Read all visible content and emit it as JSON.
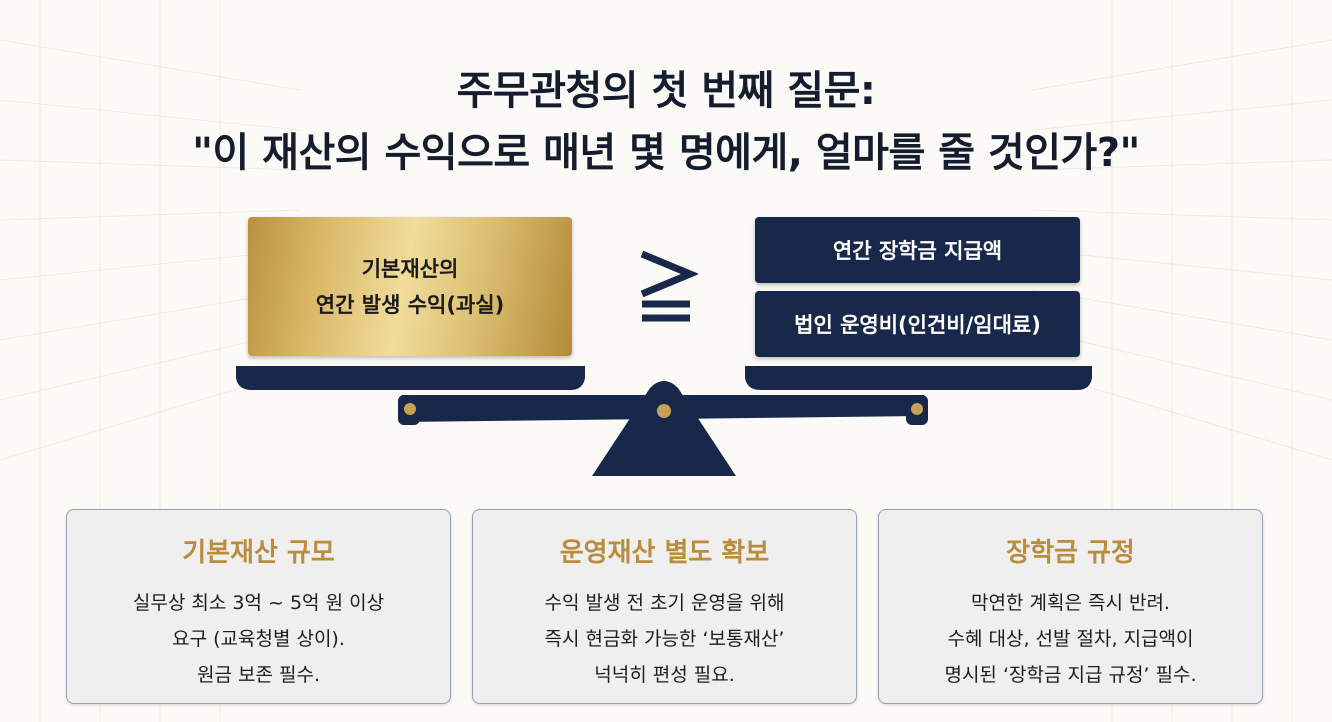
{
  "title": {
    "line1": "주무관청의 첫 번째 질문:",
    "line2": "\"이 재산의 수익으로 매년 몇 명에게, 얼마를 줄 것인가?\""
  },
  "left_box": {
    "line1": "기본재산의",
    "line2": "연간 발생 수익(과실)"
  },
  "operator": "≧",
  "right_boxes": [
    "연간 장학금 지급액",
    "법인 운영비(인건비/임대료)"
  ],
  "cards": [
    {
      "title": "기본재산 규모",
      "lines": [
        "실무상 최소 3억 ~ 5억 원 이상",
        "요구 (교육청별 상이).",
        "원금 보존 필수."
      ]
    },
    {
      "title": "운영재산 별도 확보",
      "lines": [
        "수익 발생 전 초기 운영을 위해",
        "즉시 현금화 가능한 ‘보통재산’",
        "넉넉히 편성 필요."
      ]
    },
    {
      "title": "장학금 규정",
      "lines": [
        "막연한 계획은 즉시 반려.",
        "수혜 대상, 선발 절차, 지급액이",
        "명시된 ‘장학금 지급 규정’ 필수."
      ]
    }
  ],
  "colors": {
    "navy": "#17284b",
    "gold": "#bb8c3c",
    "card_bg": "#efefef"
  }
}
